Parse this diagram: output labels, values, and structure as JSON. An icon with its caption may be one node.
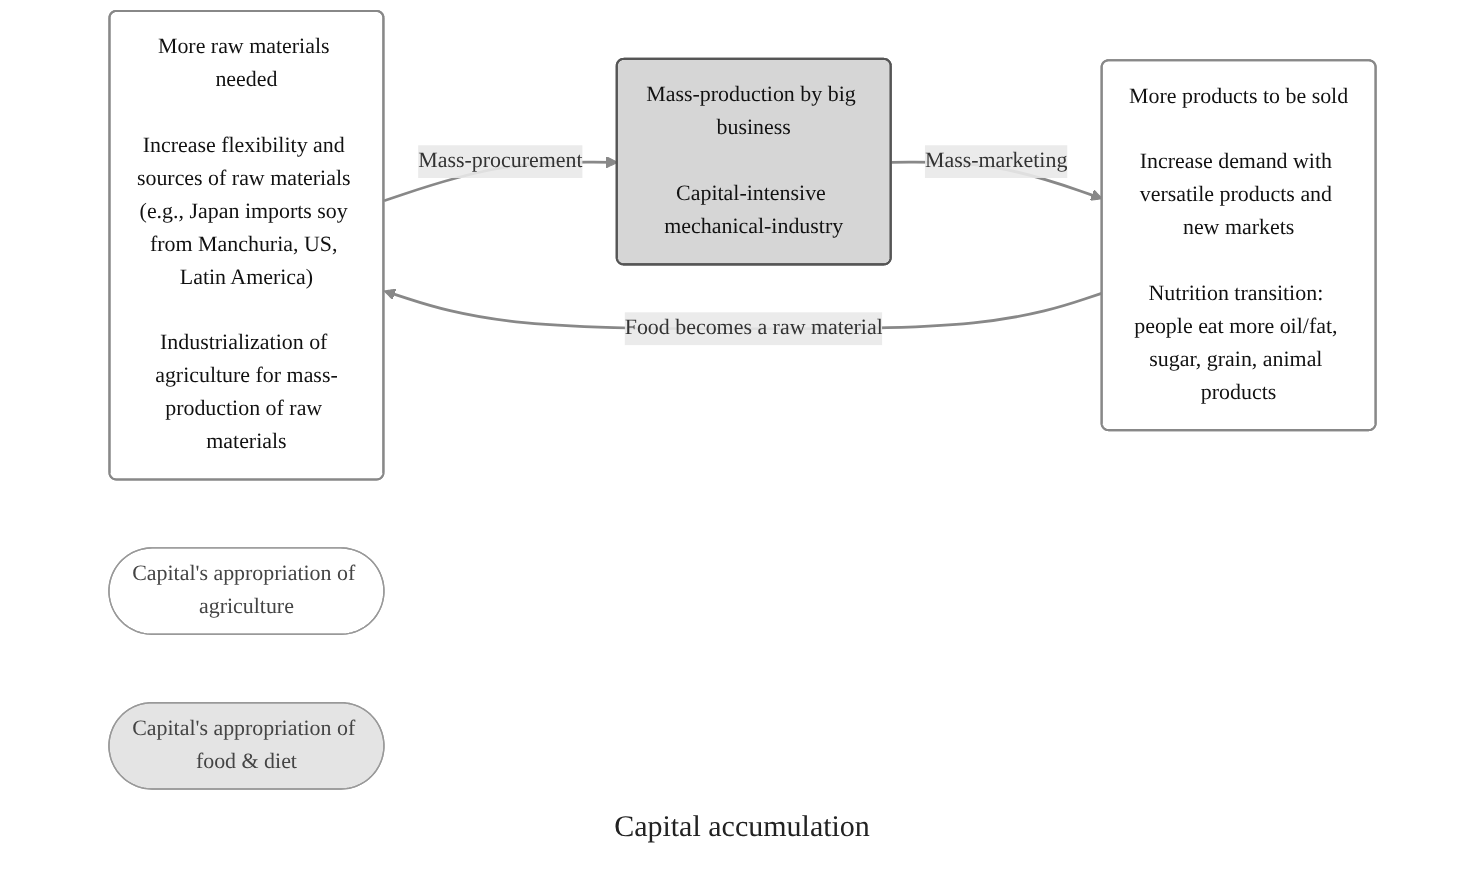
{
  "diagram": {
    "nodes": [
      {
        "text": [
          "More raw materials needed",
          "Increase flexibility and sources of raw materials (e.g., Japan imports soy from Manchuria, US, Latin America)",
          "Industrialization of agriculture for mass-production of raw materials"
        ]
      },
      {
        "text": [
          "Capital's appropriation of agriculture"
        ]
      },
      {
        "text": [
          "Mass-production by big business",
          "Capital-intensive mechanical-industry"
        ]
      },
      {
        "text": [
          "More products to be sold",
          "Increase demand with versatile products and new markets",
          "Nutrition transition: people eat more oil/fat, sugar, grain, animal products"
        ]
      },
      {
        "text": [
          "Capital's appropriation of food & diet"
        ]
      }
    ],
    "edges": [
      {
        "from": 0,
        "to": 2,
        "arrow": "to",
        "label": "Mass-procurement"
      },
      {
        "from": 2,
        "to": 3,
        "arrow": "to",
        "label": "Mass-marketing"
      },
      {
        "from": 3,
        "to": 0,
        "arrow": "to",
        "label": "Food becomes a raw material"
      }
    ],
    "labels": [
      "Capital accumulation"
    ]
  }
}
